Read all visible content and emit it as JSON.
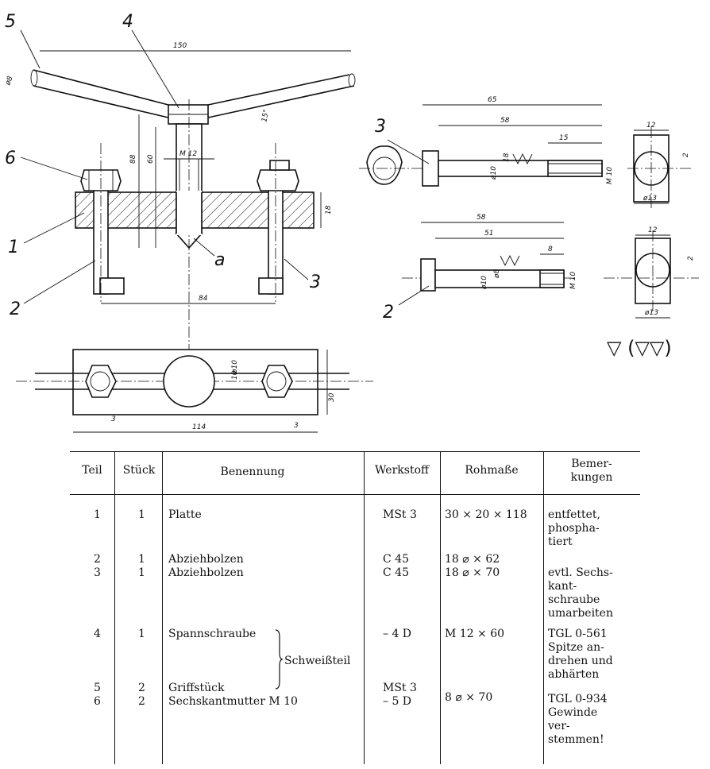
{
  "drawing": {
    "part_numbers": [
      "1",
      "2",
      "3",
      "4",
      "5",
      "6"
    ],
    "detail_label": "a",
    "dimensions": {
      "handle_span": "150",
      "handle_dia": "ø8",
      "handle_angle": "15°",
      "thread_m12": "M 12",
      "screw_len_88": "88",
      "screw_len_60": "60",
      "plate_thk_18": "18",
      "bolt_pitch_84": "84",
      "bolt3_len_65": "65",
      "bolt3_58": "58",
      "bolt3_15": "15",
      "bolt3_dia10": "ø10",
      "bolt3_18": "18",
      "bolt3_m10": "M 10",
      "bolt2_58": "58",
      "bolt2_51": "51",
      "bolt2_8": "8",
      "bolt2_dia10": "ø10",
      "bolt2_dia8": "ø8",
      "bolt2_m10": "M 10",
      "head_12_top": "12",
      "head_2_top": "2",
      "head_dia13_top": "ø13",
      "head_12_bot": "12",
      "head_2_bot": "2",
      "head_dia13_bot": "ø13",
      "plan_114": "114",
      "plan_30": "30",
      "plan_3_left": "3",
      "plan_3_right": "3",
      "plan_10": "10",
      "plan_dia10": "ø10"
    },
    "surface_symbol": "▽ (▽▽)"
  },
  "parts_table": {
    "headers": {
      "teil": "Teil",
      "stueck": "Stück",
      "benennung": "Benennung",
      "werkstoff": "Werkstoff",
      "rohmasse": "Rohmaße",
      "bemerkungen": "Bemer-\nkungen"
    },
    "rows": [
      {
        "teil": "1",
        "stueck": "1",
        "benennung": "Platte",
        "werkstoff": "MSt 3",
        "rohmasse": "30 × 20 × 118",
        "bemerkungen": "entfettet,\nphospha-\ntiert"
      },
      {
        "teil": "2",
        "stueck": "1",
        "benennung": "Abziehbolzen",
        "werkstoff": "C 45",
        "rohmasse": "18 ⌀ × 62",
        "bemerkungen": ""
      },
      {
        "teil": "3",
        "stueck": "1",
        "benennung": "Abziehbolzen",
        "werkstoff": "C 45",
        "rohmasse": "18 ⌀ × 70",
        "bemerkungen": "evtl. Sechs-\nkant-\nschraube\numarbeiten"
      },
      {
        "teil": "4",
        "stueck": "1",
        "benennung": "Spannschraube",
        "werkstoff": "– 4 D",
        "rohmasse": "M 12 × 60",
        "bemerkungen": "TGL 0-561\nSpitze an-\ndrehen und\nabhärten"
      },
      {
        "teil": "5",
        "stueck": "2",
        "benennung": "Griffstück",
        "werkstoff": "MSt 3",
        "rohmasse": "8 ⌀ × 70",
        "bemerkungen": "TGL 0-934\nGewinde\nver-\nstemmen!"
      },
      {
        "teil": "6",
        "stueck": "2",
        "benennung": "Sechskantmutter M 10",
        "werkstoff": "– 5 D",
        "rohmasse": "",
        "bemerkungen": ""
      }
    ],
    "group_label": "Schweißteil"
  }
}
